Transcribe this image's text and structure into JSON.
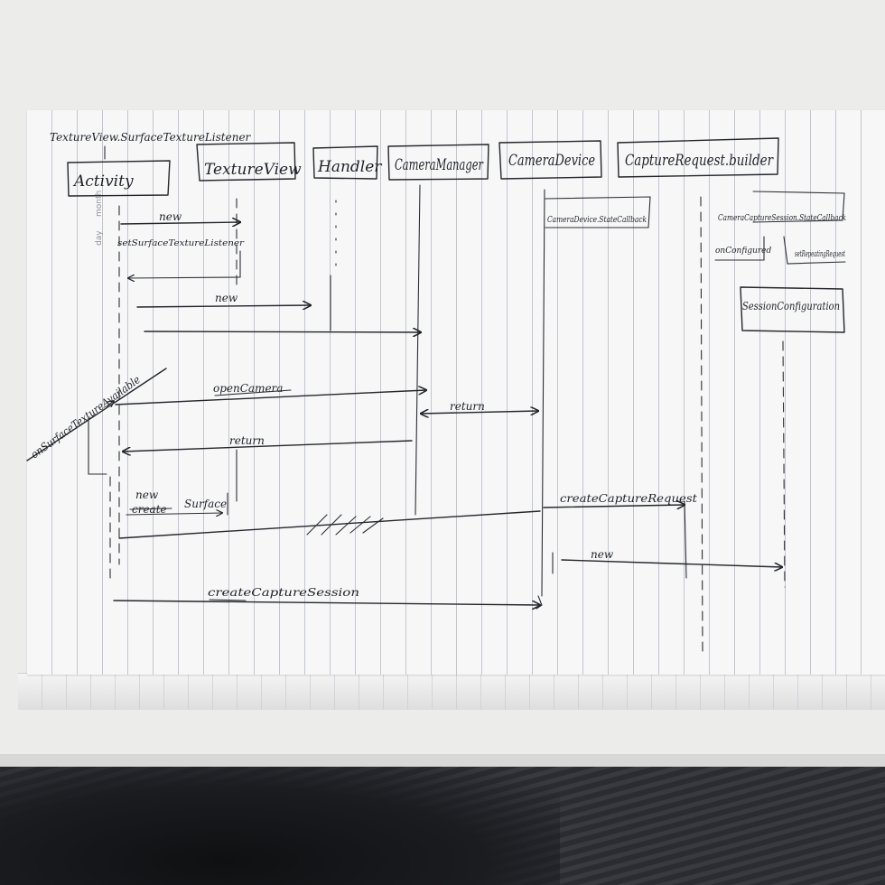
{
  "diagram": {
    "top_note": "TextureView.SurfaceTextureListener",
    "participants": {
      "activity": "Activity",
      "texture_view": "TextureView",
      "handler": "Handler",
      "camera_manager": "CameraManager",
      "camera_device": "CameraDevice",
      "capture_request_builder": "CaptureRequest.builder",
      "state_callback": "CameraDevice.StateCallback",
      "session_state_callback": "CameraCaptureSession.StateCallback",
      "session_configuration": "SessionConfiguration"
    },
    "messages": {
      "new_texture_view": "new",
      "set_listener": "setSurfaceTextureListener",
      "new_handler": "new",
      "open_camera": "openCamera",
      "return_cb": "return",
      "return_activity": "return",
      "new_surface_strike": "create",
      "new_surface": "new",
      "surface": "Surface",
      "create_capture_request": "createCaptureRequest",
      "new_session_config": "new",
      "create_capture_session": "createCaptureSession",
      "on_configured": "onConfigured",
      "set_repeating_request": "setRepeatingRequest",
      "on_surface_available": "onSurfaceTextureAvailable"
    },
    "printed_marks": {
      "month": "month",
      "day": "day"
    }
  }
}
